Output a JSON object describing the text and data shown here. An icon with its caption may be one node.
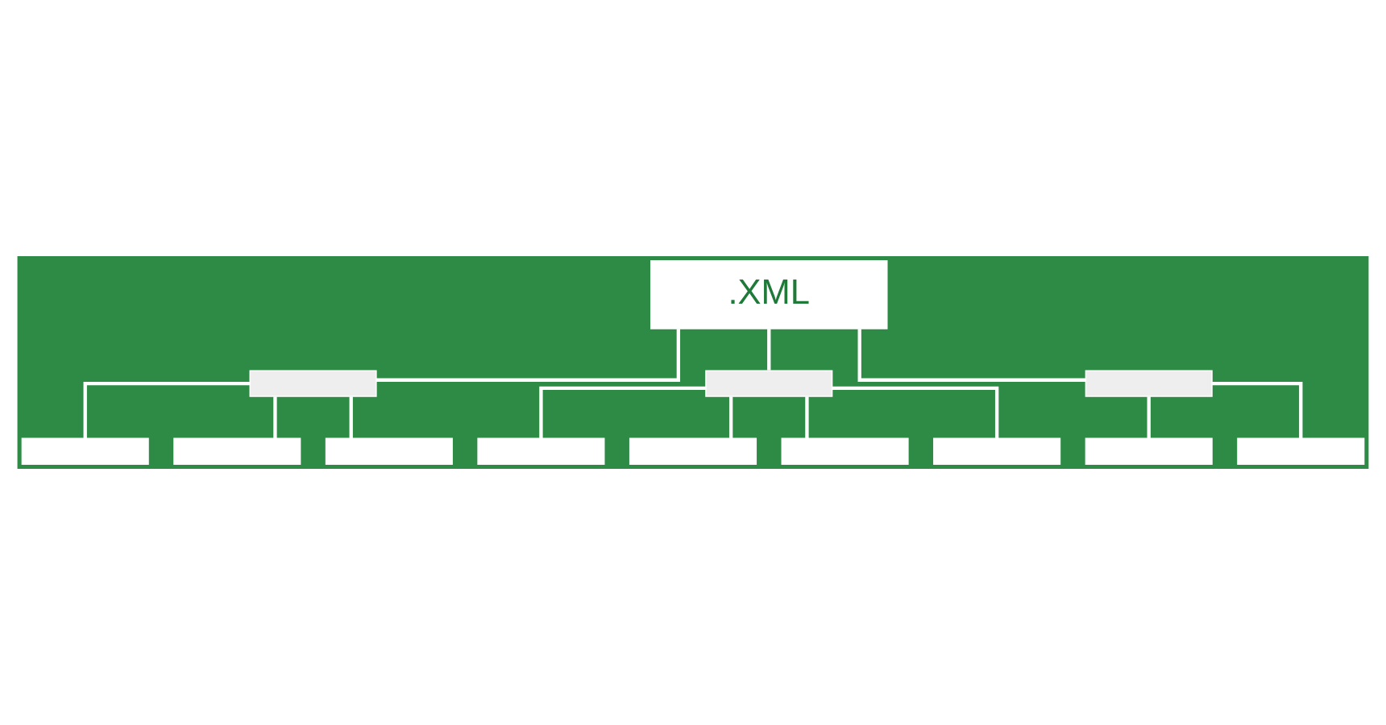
{
  "diagram": {
    "nodes": [
      {
        "text": [
          ".XML"
        ]
      },
      {
        "text": [],
        "shape": "box"
      },
      {
        "text": [],
        "shape": "box"
      },
      {
        "text": [],
        "shape": "box"
      },
      {
        "text": [],
        "shape": "box"
      },
      {
        "text": [],
        "shape": "box"
      },
      {
        "text": [],
        "shape": "box"
      },
      {
        "text": [],
        "shape": "box"
      },
      {
        "text": [],
        "shape": "box"
      },
      {
        "text": [],
        "shape": "box"
      },
      {
        "text": [],
        "shape": "box"
      },
      {
        "text": [],
        "shape": "box"
      },
      {
        "text": [],
        "shape": "box"
      }
    ],
    "edges": [
      {
        "from": 0,
        "to": 1,
        "arrow": "none"
      },
      {
        "from": 0,
        "to": 2,
        "arrow": "none"
      },
      {
        "from": 0,
        "to": 3,
        "arrow": "none"
      },
      {
        "from": 1,
        "to": 4,
        "arrow": "none"
      },
      {
        "from": 1,
        "to": 5,
        "arrow": "none"
      },
      {
        "from": 1,
        "to": 6,
        "arrow": "none"
      },
      {
        "from": 2,
        "to": 7,
        "arrow": "none"
      },
      {
        "from": 2,
        "to": 8,
        "arrow": "none"
      },
      {
        "from": 2,
        "to": 9,
        "arrow": "none"
      },
      {
        "from": 2,
        "to": 10,
        "arrow": "none"
      },
      {
        "from": 3,
        "to": 11,
        "arrow": "none"
      },
      {
        "from": 3,
        "to": 12,
        "arrow": "none"
      }
    ]
  }
}
